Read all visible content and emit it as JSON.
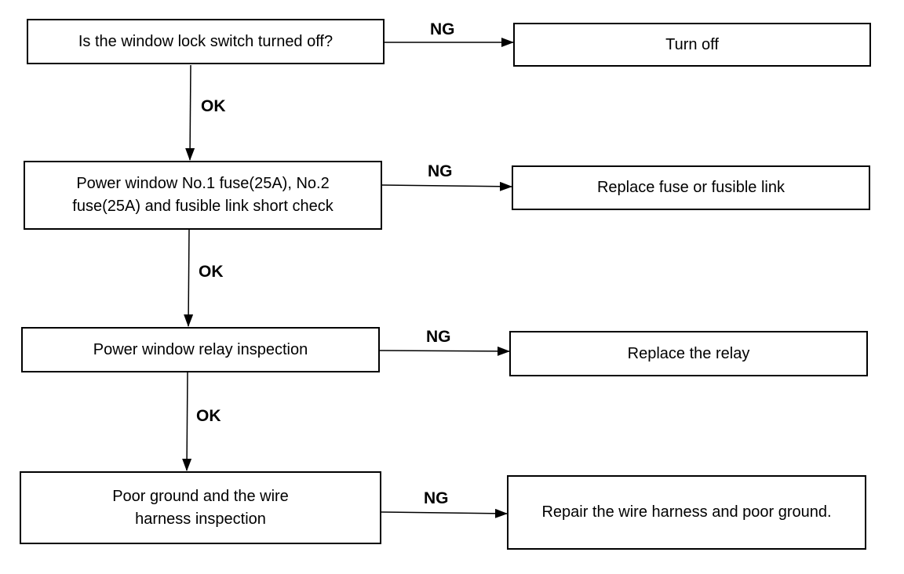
{
  "steps": [
    {
      "check": "Is the window lock switch turned off?",
      "fail_label": "NG",
      "action": "Turn off",
      "pass_label": "OK"
    },
    {
      "check": "Power window No.1 fuse(25A), No.2 fuse(25A) and fusible link short check",
      "fail_label": "NG",
      "action": "Replace fuse or fusible link",
      "pass_label": "OK"
    },
    {
      "check": "Power window relay inspection",
      "fail_label": "NG",
      "action": "Replace the relay",
      "pass_label": "OK"
    },
    {
      "check": "Poor ground and the wire harness inspection",
      "fail_label": "NG",
      "action": "Repair the wire harness and poor ground."
    }
  ],
  "colors": {
    "line": "#000000",
    "background": "#ffffff"
  }
}
